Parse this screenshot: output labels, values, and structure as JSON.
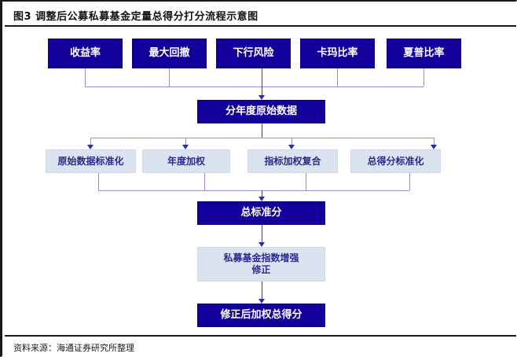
{
  "figure": {
    "title": "图3  调整后公募私募基金定量总得分打分流程示意图",
    "source": "资料来源：海通证券研究所整理"
  },
  "colors": {
    "dark_box_fill": "#110099",
    "dark_box_text": "#ffffff",
    "light_box_fill": "#dbe3f1",
    "light_box_text": "#2b2b8f",
    "connector": "#8f93cf",
    "arrow": "#2b2bb5",
    "frame": "#1a1a1a"
  },
  "flow": {
    "level1": {
      "style": "dark",
      "boxes": [
        {
          "label": "收益率"
        },
        {
          "label": "最大回撤"
        },
        {
          "label": "下行风险"
        },
        {
          "label": "卡玛比率"
        },
        {
          "label": "夏普比率"
        }
      ]
    },
    "level2": {
      "style": "dark",
      "boxes": [
        {
          "label": "分年度原始数据"
        }
      ]
    },
    "level3": {
      "style": "light",
      "boxes": [
        {
          "label": "原始数据标准化"
        },
        {
          "label": "年度加权"
        },
        {
          "label": "指标加权复合"
        },
        {
          "label": "总得分标准化"
        }
      ]
    },
    "level4": {
      "style": "dark",
      "boxes": [
        {
          "label": "总标准分"
        }
      ]
    },
    "level5": {
      "style": "light",
      "boxes": [
        {
          "label": "私募基金指数增强\n修正"
        }
      ]
    },
    "level6": {
      "style": "dark",
      "boxes": [
        {
          "label": "修正后加权总得分"
        }
      ]
    }
  }
}
